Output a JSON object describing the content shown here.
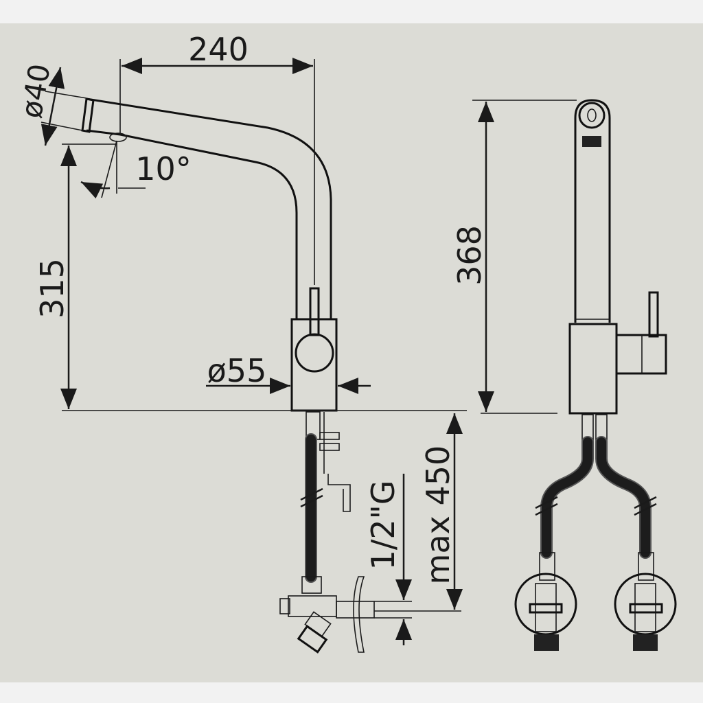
{
  "dimensions": {
    "spout_reach": "240",
    "spout_diameter": "ø40",
    "spout_angle": "10°",
    "spout_height": "315",
    "body_diameter": "ø55",
    "total_height": "368",
    "thread": "1/2\"G",
    "hose_length": "max 450"
  },
  "colors": {
    "background": "#dcdcd6",
    "frame": "#f2f2f2",
    "line": "#1a1a1a"
  }
}
